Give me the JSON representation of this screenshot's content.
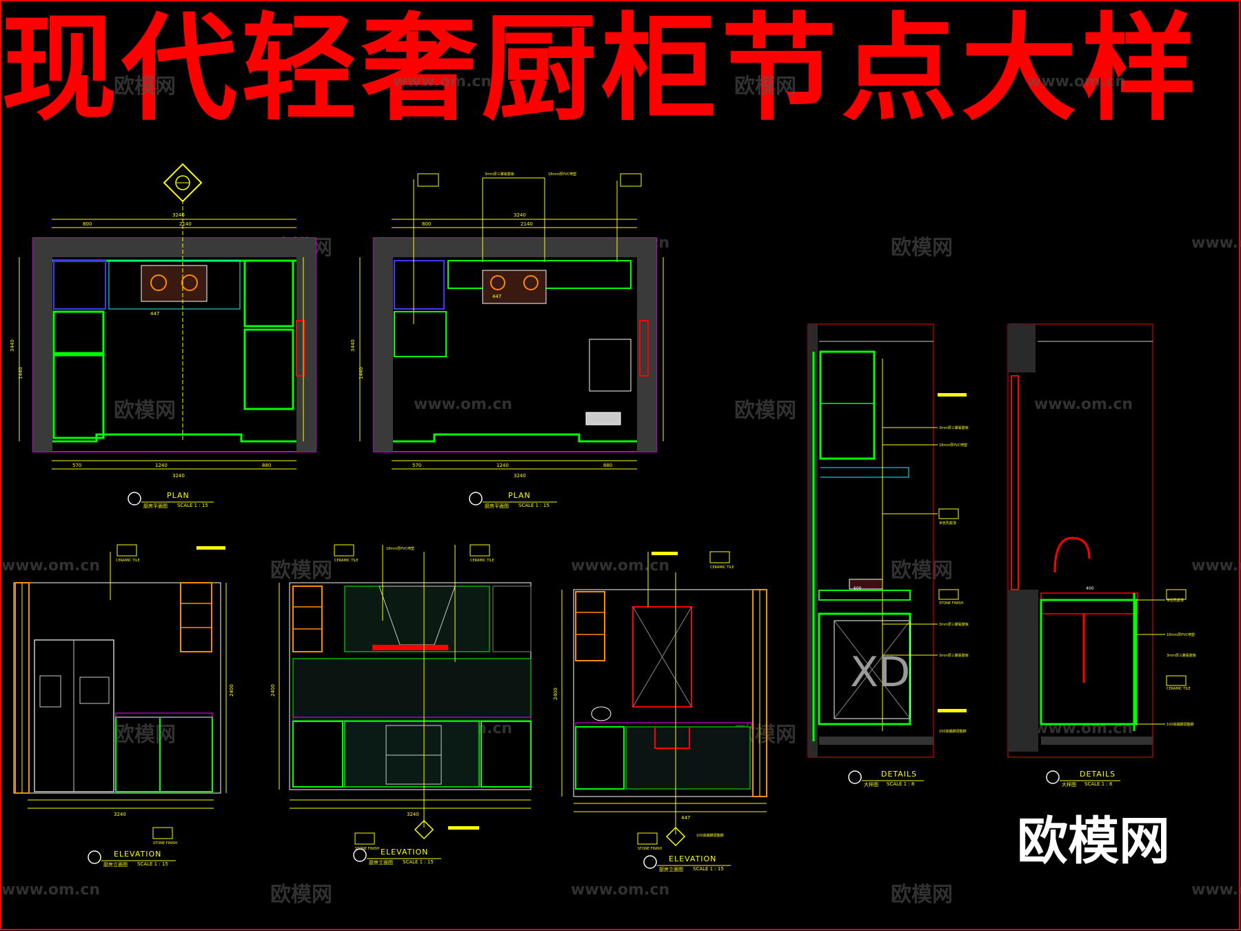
{
  "title": "现代轻奢厨柜节点大样",
  "brand": "欧模网",
  "watermark": {
    "name": "欧模网",
    "url": "www.om.cn"
  },
  "stamp": "XD",
  "captions": [
    {
      "title": "PLAN",
      "cn": "厨房平面图",
      "scale": "SCALE 1 : 15"
    },
    {
      "title": "PLAN",
      "cn": "厨房平面图",
      "scale": "SCALE 1 : 15"
    },
    {
      "title": "ELEVATION",
      "cn": "厨房立面图",
      "scale": "SCALE 1 : 15"
    },
    {
      "title": "ELEVATION",
      "cn": "厨房立面图",
      "scale": "SCALE 1 : 15"
    },
    {
      "title": "ELEVATION",
      "cn": "厨房立面图",
      "scale": "SCALE 1 : 15"
    },
    {
      "title": "DETAILS",
      "cn": "大样图",
      "scale": "SCALE 1 : 8"
    },
    {
      "title": "DETAILS",
      "cn": "大样图",
      "scale": "SCALE 1 : 8"
    }
  ],
  "dims": {
    "plan_total": "3240",
    "plan_inner": "2140",
    "plan_left": "800",
    "plan_mid": "1240",
    "plan_a": "570",
    "plan_b": "880",
    "plan_c": "447",
    "plan_h": "3440",
    "plan_h2": "1440",
    "elev_w": "3240",
    "elev_h": "2400",
    "d1": "600",
    "d2": "400"
  },
  "tags": {
    "stone": "STONE FINISH",
    "tile": "CERAMIC TILE",
    "color_note": "米色乳胶漆",
    "board_note": "3mm厚三聚氰胺板",
    "pvc_note": "18mm厚PVC喷塑",
    "foot_note": "100高踢脚调整脚"
  },
  "colors": {
    "title": "#ff0000",
    "green": "#00ff00",
    "cyan": "#00ffff",
    "yellow": "#ffff00",
    "red": "#ff0000",
    "blue": "#3b3bff",
    "magenta": "#ff00ff",
    "orange": "#ff8c00",
    "grey": "#3a3a3a",
    "white": "#ffffff"
  }
}
